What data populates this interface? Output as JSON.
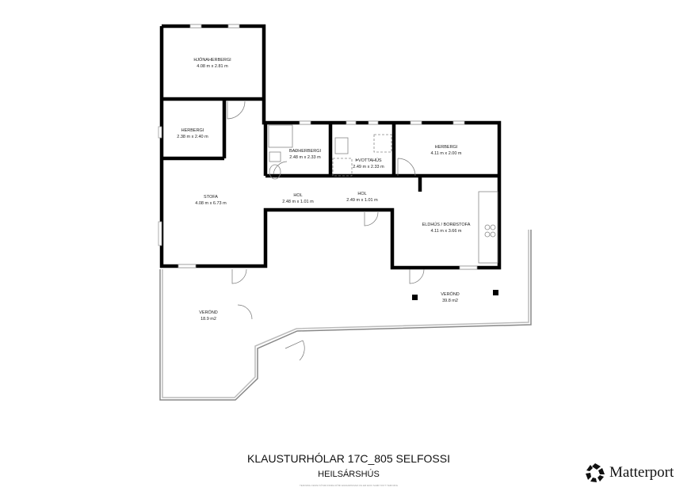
{
  "rooms": [
    {
      "name": "HJÓNAHERBERGI",
      "size": "4.08 m x 2.81 m"
    },
    {
      "name": "HERBERGI",
      "size": "2.38 m x 2.40 m"
    },
    {
      "name": "STOFA",
      "size": "4.08 m x 6.73 m"
    },
    {
      "name": "BAÐHERBERGI",
      "size": "2.48 m x 2.33 m"
    },
    {
      "name": "ÞVOTTAHÚS",
      "size": "2.49 m x 2.33 m"
    },
    {
      "name": "HERBERGI",
      "size": "4.11 m x 2.00 m"
    },
    {
      "name": "HOL",
      "size": "2.48 m x 1.01 m"
    },
    {
      "name": "HOL",
      "size": "2.49 m x 1.01 m"
    },
    {
      "name": "ELDHÚS / BORÐSTOFA",
      "size": "4.11 m x 3.66 m"
    },
    {
      "name": "VERÖND",
      "size": "18.9 m2"
    },
    {
      "name": "VERÖND",
      "size": "39.8 m2"
    }
  ],
  "footer": {
    "title": "KLAUSTURHÓLAR 17C_805 SELFOSSI",
    "subtitle": "HEILSÁRSHÚS",
    "disclaimer": "TEIKNING ÞESSI SÝNIR INNRA RÝMI EIGNARINNAR OG ER EKKI SAMÞYKKT TEIKNING",
    "logo": "Matterport"
  }
}
